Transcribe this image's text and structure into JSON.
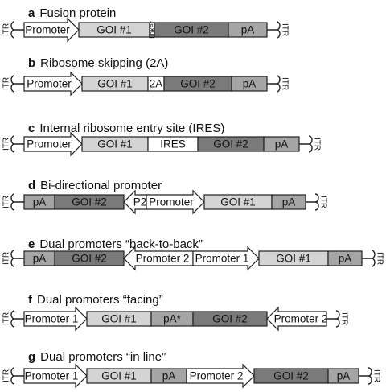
{
  "colors": {
    "promoter": "#ffffff",
    "goi1": "#d4d4d4",
    "goi2": "#7a7a7a",
    "pA": "#a5a5a5",
    "linker": "#ffffff",
    "outline": "#222222"
  },
  "itr_label": "ITR",
  "panels": [
    {
      "letter": "a",
      "title": "Fusion protein",
      "elements": [
        {
          "type": "promoter",
          "label": "Promoter",
          "dir": "right"
        },
        {
          "type": "goi1",
          "label": "GOI #1"
        },
        {
          "type": "linker",
          "label": "linker"
        },
        {
          "type": "goi2",
          "label": "GOI #2"
        },
        {
          "type": "pA",
          "label": "pA"
        }
      ]
    },
    {
      "letter": "b",
      "title": "Ribosome skipping (2A)",
      "elements": [
        {
          "type": "promoter",
          "label": "Promoter",
          "dir": "right"
        },
        {
          "type": "goi1",
          "label": "GOI #1"
        },
        {
          "type": "linker",
          "label": "2A"
        },
        {
          "type": "goi2",
          "label": "GOI #2"
        },
        {
          "type": "pA",
          "label": "pA"
        }
      ]
    },
    {
      "letter": "c",
      "title": "Internal ribosome entry site (IRES)",
      "elements": [
        {
          "type": "promoter",
          "label": "Promoter",
          "dir": "right"
        },
        {
          "type": "goi1",
          "label": "GOI #1"
        },
        {
          "type": "linker",
          "label": "IRES"
        },
        {
          "type": "goi2",
          "label": "GOI #2"
        },
        {
          "type": "pA",
          "label": "pA"
        }
      ]
    },
    {
      "letter": "d",
      "title": "Bi-directional promoter",
      "elements": [
        {
          "type": "pA",
          "label": "pA"
        },
        {
          "type": "goi2",
          "label": "GOI #2"
        },
        {
          "type": "promoter",
          "label": "P2",
          "dir": "left"
        },
        {
          "type": "promoter",
          "label": "Promoter",
          "dir": "right"
        },
        {
          "type": "goi1",
          "label": "GOI #1"
        },
        {
          "type": "pA",
          "label": "pA"
        }
      ]
    },
    {
      "letter": "e",
      "title": "Dual promoters “back-to-back”",
      "elements": [
        {
          "type": "pA",
          "label": "pA"
        },
        {
          "type": "goi2",
          "label": "GOI #2"
        },
        {
          "type": "promoter",
          "label": "Promoter 2",
          "dir": "left"
        },
        {
          "type": "promoter",
          "label": "Promoter 1",
          "dir": "right"
        },
        {
          "type": "goi1",
          "label": "GOI #1"
        },
        {
          "type": "pA",
          "label": "pA"
        }
      ]
    },
    {
      "letter": "f",
      "title": "Dual promoters “facing”",
      "elements": [
        {
          "type": "promoter",
          "label": "Promoter 1",
          "dir": "right"
        },
        {
          "type": "goi1",
          "label": "GOI #1"
        },
        {
          "type": "pA",
          "label": "pA*"
        },
        {
          "type": "goi2",
          "label": "GOI #2"
        },
        {
          "type": "promoter",
          "label": "Promoter 2",
          "dir": "left"
        }
      ]
    },
    {
      "letter": "g",
      "title": "Dual promoters “in line”",
      "elements": [
        {
          "type": "promoter",
          "label": "Promoter 1",
          "dir": "right"
        },
        {
          "type": "goi1",
          "label": "GOI #1"
        },
        {
          "type": "pA",
          "label": "pA"
        },
        {
          "type": "promoter",
          "label": "Promoter 2",
          "dir": "right"
        },
        {
          "type": "goi2",
          "label": "GOI #2"
        },
        {
          "type": "pA",
          "label": "pA"
        }
      ]
    }
  ]
}
